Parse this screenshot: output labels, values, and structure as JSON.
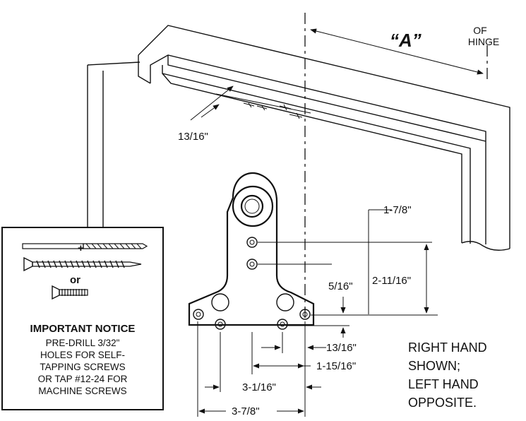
{
  "labels": {
    "centerline_of": "OF",
    "centerline_hinge": "HINGE",
    "dim_A": "“A”",
    "dim_13_16_top": "13/16\"",
    "dim_1_7_8": "1-7/8\"",
    "dim_5_16": "5/16\"",
    "dim_2_11_16": "2-11/16\"",
    "dim_13_16_bottom": "13/16\"",
    "dim_1_15_16": "1-15/16\"",
    "dim_3_1_16": "3-1/16\"",
    "dim_3_7_8": "3-7/8\""
  },
  "hand_note": [
    "RIGHT HAND",
    "SHOWN;",
    "LEFT HAND",
    "OPPOSITE."
  ],
  "notice": {
    "plus": "+",
    "or": "or",
    "title": "IMPORTANT NOTICE",
    "lines": [
      "PRE-DRILL 3/32\"",
      "HOLES FOR SELF-",
      "TAPPING SCREWS",
      "OR TAP #12-24 FOR",
      "MACHINE SCREWS"
    ]
  }
}
